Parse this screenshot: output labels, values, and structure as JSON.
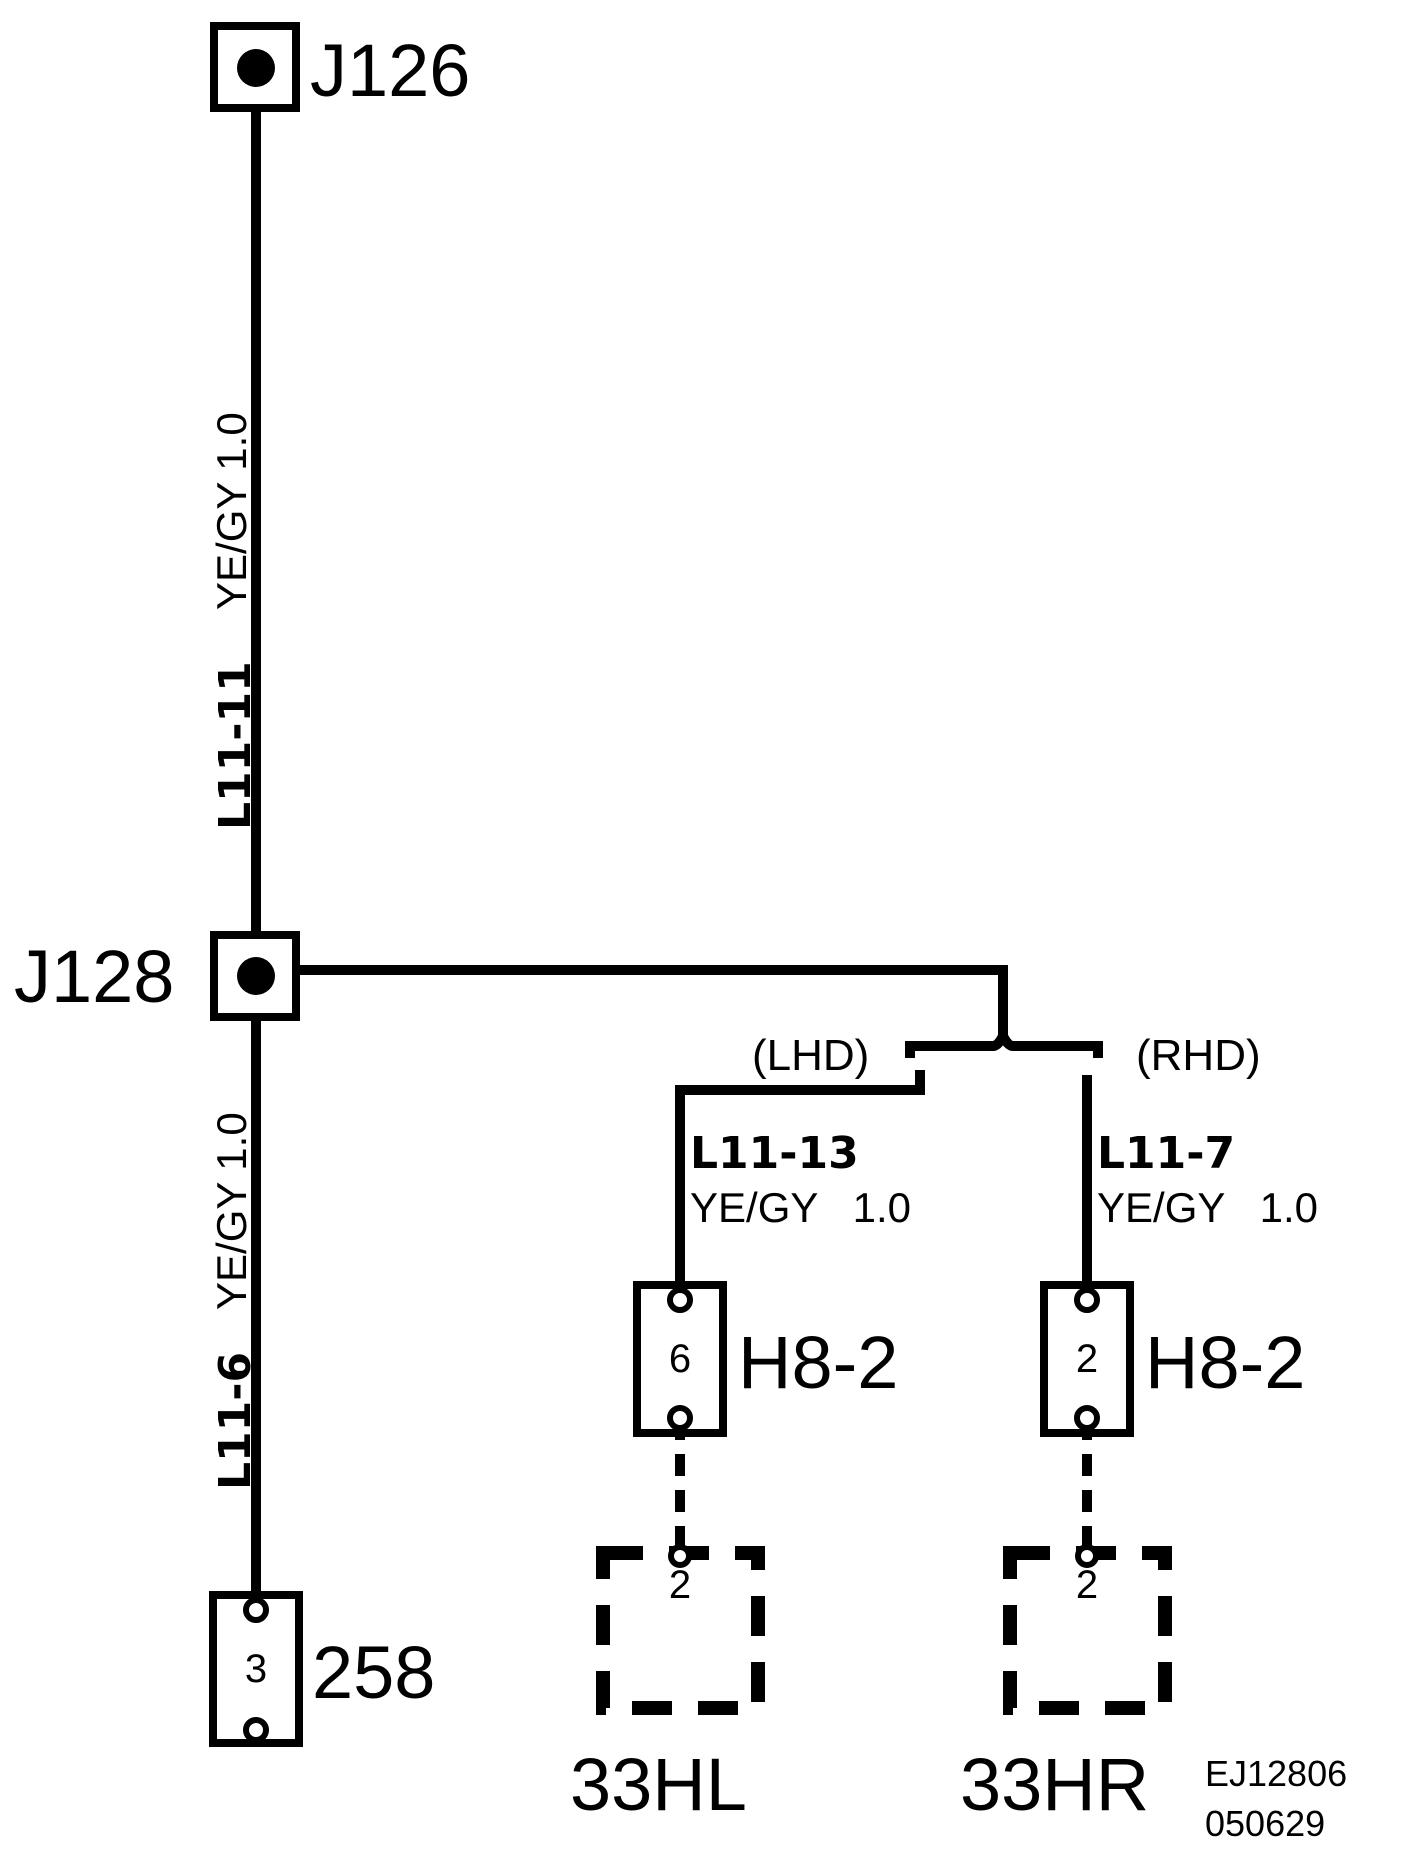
{
  "connectors": {
    "j126": "J126",
    "j128": "J128",
    "c258": {
      "label": "258",
      "pin": "3"
    },
    "h8_2_lhd": {
      "label": "H8-2",
      "pin": "6"
    },
    "h8_2_rhd": {
      "label": "H8-2",
      "pin": "2"
    },
    "lamp_left": {
      "label": "33HL",
      "pin": "2"
    },
    "lamp_right": {
      "label": "33HR",
      "pin": "2"
    }
  },
  "wires": {
    "upper": {
      "circuit": "L11-11",
      "color_size": "YE/GY   1.0"
    },
    "lower": {
      "circuit": "L11-6",
      "color_size": "YE/GY   1.0"
    },
    "lhd": {
      "circuit": "L11-13",
      "color_size": "YE/GY   1.0"
    },
    "rhd": {
      "circuit": "L11-7",
      "color_size": "YE/GY   1.0"
    }
  },
  "options": {
    "lhd": "(LHD)",
    "rhd": "(RHD)"
  },
  "drawing_id": {
    "line1": "EJ12806",
    "line2": "050629"
  }
}
